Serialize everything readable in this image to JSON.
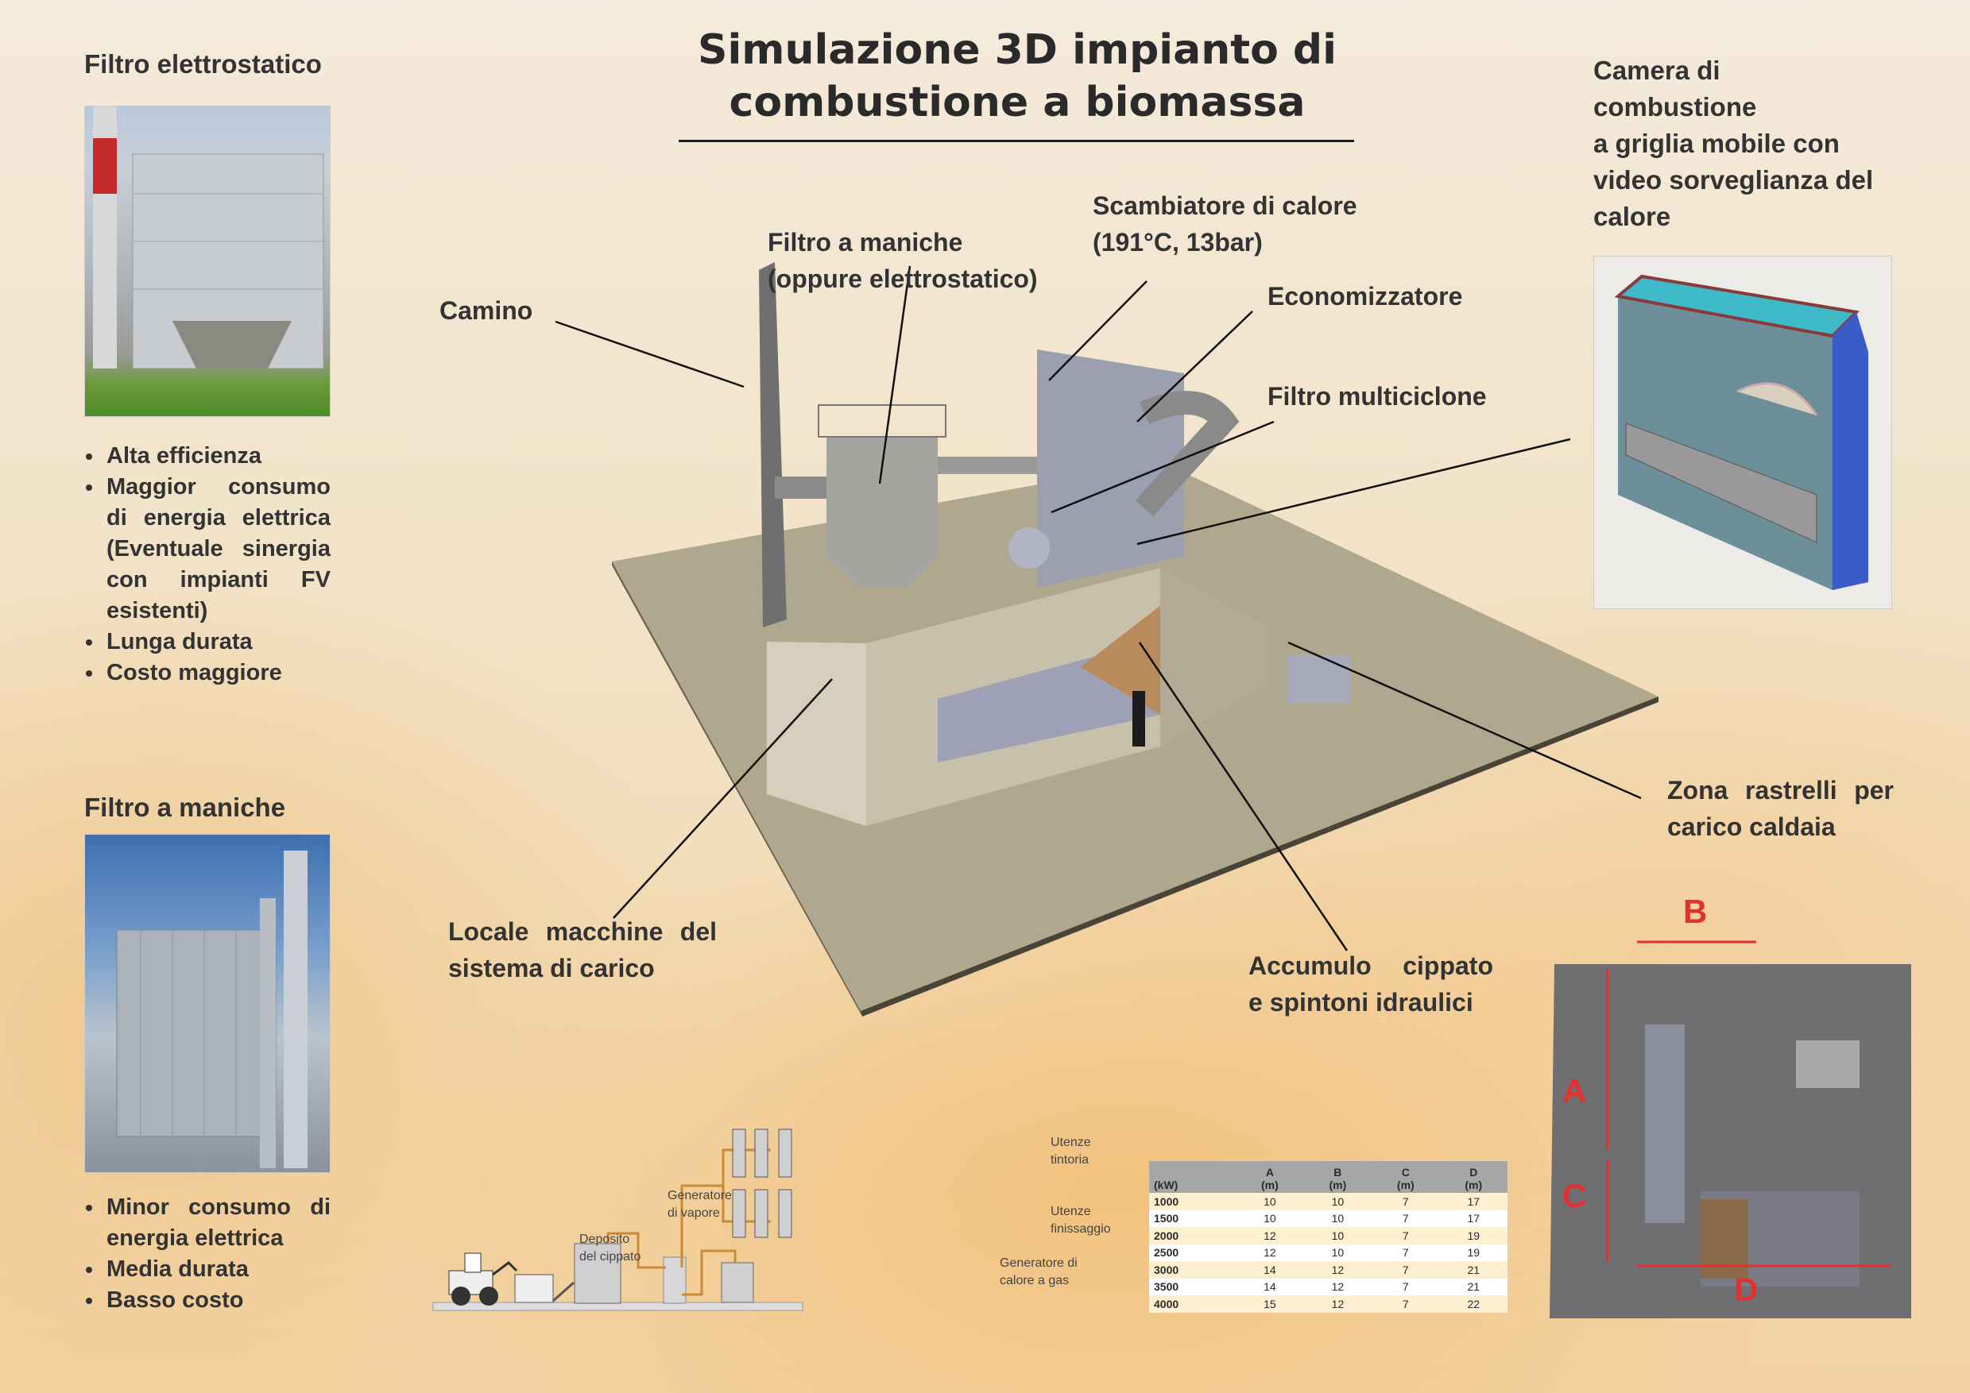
{
  "title": {
    "line1": "Simulazione 3D impianto di",
    "line2": "combustione a biomassa"
  },
  "left": {
    "section1": {
      "heading": "Filtro elettrostatico",
      "bullets": [
        "Alta efficienza",
        "Maggior consumo di energia elettrica (Eventuale sinergia con impianti FV esistenti)",
        "Lunga durata",
        "Costo maggiore"
      ]
    },
    "section2": {
      "heading": "Filtro a maniche",
      "bullets": [
        "Minor consumo di energia elettrica",
        "Media durata",
        "Basso costo"
      ]
    }
  },
  "right": {
    "camera_label": [
      "Camera di",
      "combustione",
      "a griglia mobile con",
      "video sorveglianza del",
      "calore"
    ]
  },
  "scene_labels": {
    "camino": "Camino",
    "filtro_maniche": [
      "Filtro a maniche",
      "(oppure elettrostatico)"
    ],
    "scambiatore": [
      "Scambiatore di calore",
      "(191°C, 13bar)"
    ],
    "economizzatore": "Economizzatore",
    "multiciclone": "Filtro multiciclone",
    "zona_rastrelli": [
      "Zona rastrelli per",
      "carico caldaia"
    ],
    "locale": [
      "Locale macchine del",
      "sistema di carico"
    ],
    "accumulo": [
      "Accumulo cippato",
      "e spintoni idraulici"
    ]
  },
  "plan": {
    "A": "A",
    "B": "B",
    "C": "C",
    "D": "D"
  },
  "table": {
    "headers": [
      [
        "",
        "(kW)"
      ],
      [
        "A",
        "(m)"
      ],
      [
        "B",
        "(m)"
      ],
      [
        "C",
        "(m)"
      ],
      [
        "D",
        "(m)"
      ]
    ],
    "rows": [
      [
        "1000",
        "10",
        "10",
        "7",
        "17"
      ],
      [
        "1500",
        "10",
        "10",
        "7",
        "17"
      ],
      [
        "2000",
        "12",
        "10",
        "7",
        "19"
      ],
      [
        "2500",
        "12",
        "10",
        "7",
        "19"
      ],
      [
        "3000",
        "14",
        "12",
        "7",
        "21"
      ],
      [
        "3500",
        "14",
        "12",
        "7",
        "21"
      ],
      [
        "4000",
        "15",
        "12",
        "7",
        "22"
      ]
    ]
  },
  "process": {
    "deposito": [
      "Deposito",
      "del cippato"
    ],
    "generatore_vapore": [
      "Generatore",
      "di vapore"
    ],
    "utenze_tintoria": [
      "Utenze",
      "tintoria"
    ],
    "utenze_finissaggio": [
      "Utenze",
      "finissaggio"
    ],
    "generatore_gas": [
      "Generatore di",
      "calore a gas"
    ]
  },
  "colors": {
    "pipe": "#c98a3a",
    "red": "#e63030"
  }
}
